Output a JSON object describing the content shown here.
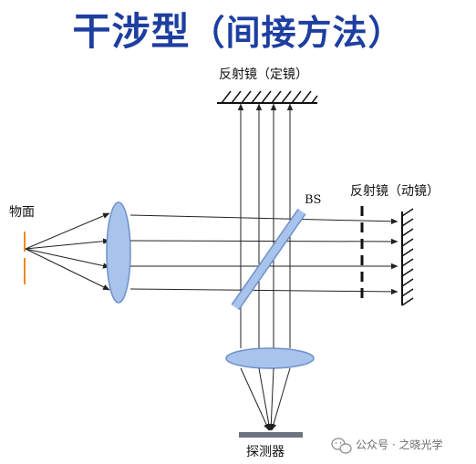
{
  "title": {
    "main": "干涉型",
    "sub": "（间接方法）"
  },
  "labels": {
    "fixed_mirror": "反射镜（定镜）",
    "moving_mirror": "反射镜（动镜）",
    "beam_splitter": "BS",
    "object": "物面",
    "detector": "探测器"
  },
  "watermark": {
    "text": "公众号 · 之晓光学"
  },
  "colors": {
    "title": "#1e3fa0",
    "lens_fill": "#a9c4ec",
    "lens_stroke": "#6f91c8",
    "object_line": "#f08a1c",
    "detector": "#6c7480",
    "ray": "#222222"
  }
}
